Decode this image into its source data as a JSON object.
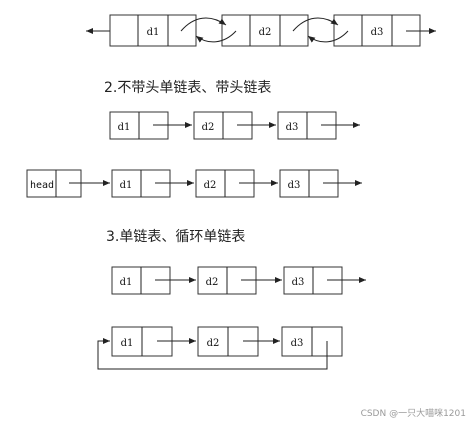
{
  "headings": {
    "section2": "2.不带头单链表、带头链表",
    "section3": "3.单链表、循环单链表"
  },
  "nodes": {
    "d1": "d1",
    "d2": "d2",
    "d3": "d3",
    "head": "head"
  },
  "watermark": "CSDN @一只大喵咪1201"
}
